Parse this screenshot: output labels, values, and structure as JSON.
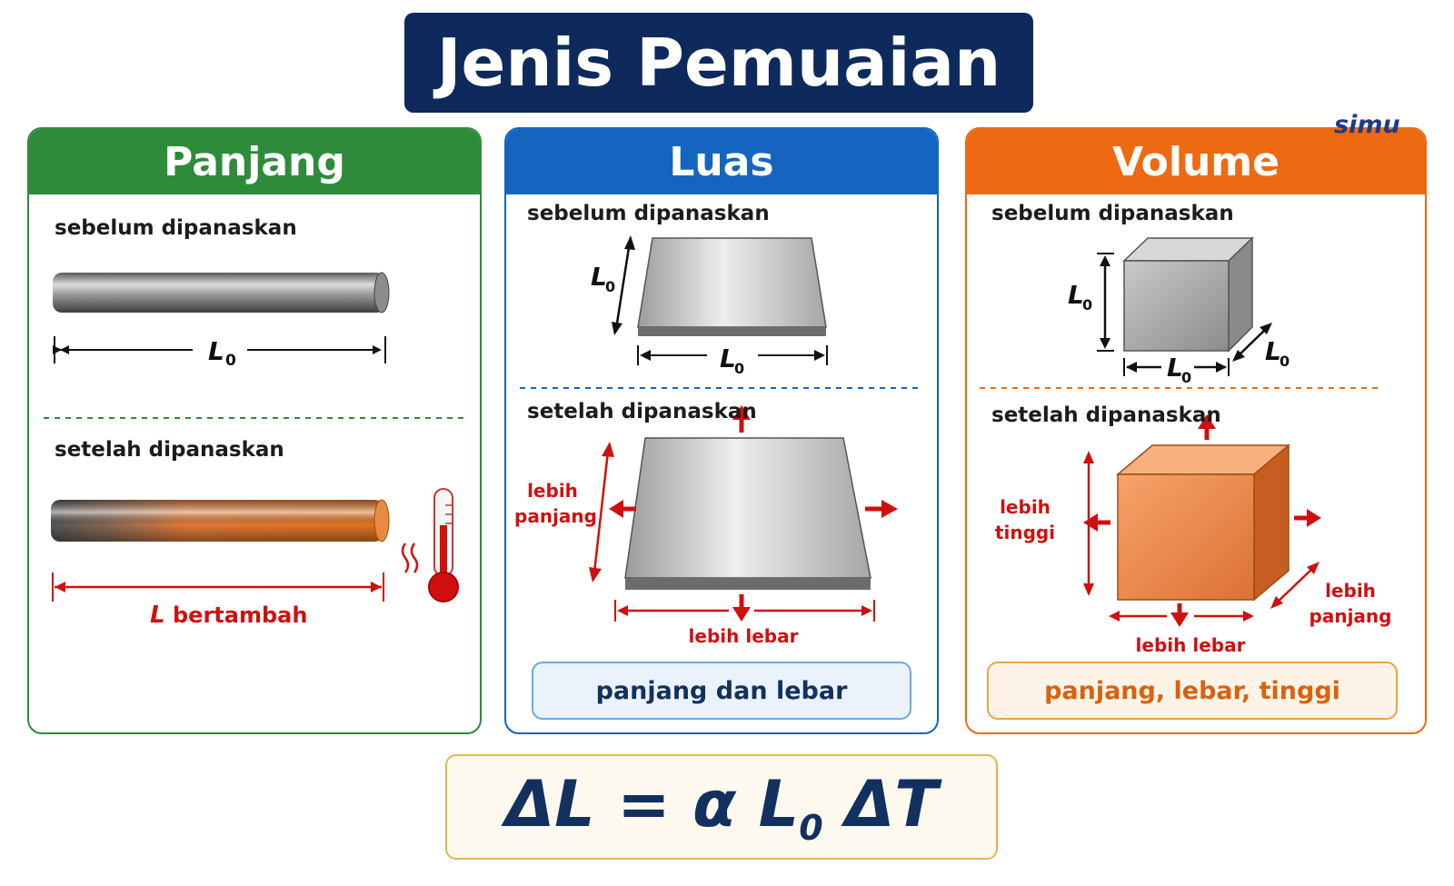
{
  "title": "Jenis Pemuaian",
  "logo": "simu",
  "panels": {
    "panjang": {
      "heading": "Panjang",
      "before": "sebelum dipanaskan",
      "after": "setelah dipanaskan",
      "dim_before": "L",
      "dim_sub": "0",
      "result_var": "L",
      "result": "bertambah"
    },
    "luas": {
      "heading": "Luas",
      "before": "sebelum dipanaskan",
      "after": "setelah dipanaskan",
      "dim_var": "L",
      "dim_sub": "0",
      "longer": [
        "lebih",
        "panjang"
      ],
      "wider": "lebih lebar",
      "summary": "panjang dan lebar"
    },
    "volume": {
      "heading": "Volume",
      "before": "sebelum dipanaskan",
      "after": "setelah dipanaskan",
      "dim_var": "L",
      "dim_sub": "0",
      "taller": [
        "lebih",
        "tinggi"
      ],
      "wider": "lebih lebar",
      "longer": [
        "lebih",
        "panjang"
      ],
      "summary": "panjang, lebar, tinggi"
    }
  },
  "formula": {
    "lhs": "ΔL = α L",
    "sub": "0",
    "rhs": " ΔT"
  },
  "colors": {
    "navy": "#0e2a5c",
    "green": "#2e8b3a",
    "blue": "#1565c0",
    "orange": "#ee6a12",
    "red": "#d01010"
  }
}
